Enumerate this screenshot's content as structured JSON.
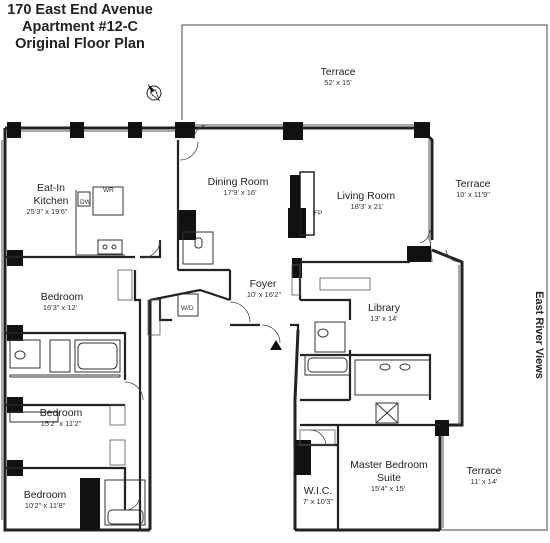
{
  "header": {
    "line1": "170 East End Avenue",
    "line2": "Apartment #12-C",
    "line3": "Original Floor Plan"
  },
  "rooms": {
    "terrace_main": {
      "name": "Terrace",
      "dim": "52' x 15'"
    },
    "terrace_east": {
      "name": "Terrace",
      "dim": "10' x 11'9\""
    },
    "terrace_south": {
      "name": "Terrace",
      "dim": "11' x 14'"
    },
    "kitchen": {
      "name_line1": "Eat-In",
      "name_line2": "Kitchen",
      "dim": "25'3\" x 19'6\""
    },
    "dining": {
      "name": "Dining Room",
      "dim": "17'9' x 16'"
    },
    "living": {
      "name": "Living Room",
      "dim": "18'3' x 21'"
    },
    "foyer": {
      "name": "Foyer",
      "dim": "10' x 16'2\""
    },
    "library": {
      "name": "Library",
      "dim": "13' x 14'"
    },
    "bedroom1": {
      "name": "Bedroom",
      "dim": "16'3\" x 12'"
    },
    "bedroom2": {
      "name": "Bedroom",
      "dim": "15'2\" x 11'2\""
    },
    "bedroom3": {
      "name": "Bedroom",
      "dim": "10'2\" x 11'8\""
    },
    "wic": {
      "name": "W.I.C.",
      "dim": "7' x 10'3\""
    },
    "master": {
      "name_line1": "Master Bedroom",
      "name_line2": "Suite",
      "dim": "15'4\" x 15'"
    }
  },
  "labels": {
    "wr": "WR",
    "dw": "DW",
    "wd": "W/D",
    "fp": "FP",
    "east_river": "East River Views"
  },
  "icons": [
    "compass-icon",
    "entry-arrow-icon"
  ]
}
